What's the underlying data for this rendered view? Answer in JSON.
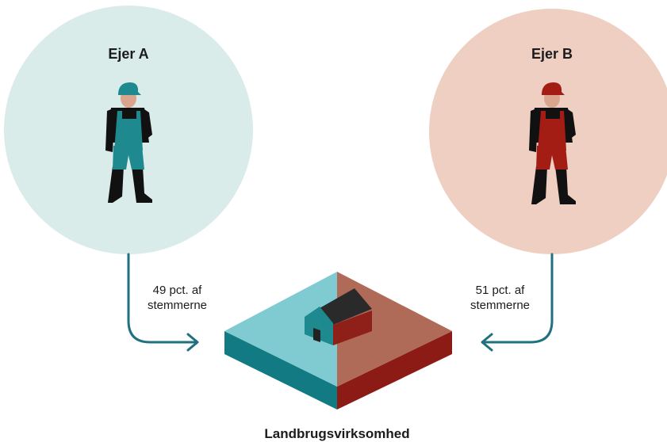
{
  "owners": [
    {
      "name": "Ejer A",
      "share_line1": "49 pct. af",
      "share_line2": "stemmerne",
      "share_pct": 49,
      "circle_color": "#d9ecea",
      "accent_color": "#1e8a8f"
    },
    {
      "name": "Ejer B",
      "share_line1": "51 pct. af",
      "share_line2": "stemmerne",
      "share_pct": 51,
      "circle_color": "#efcfc2",
      "accent_color": "#a31d14"
    }
  ],
  "business": {
    "label": "Landbrugsvirksomhed"
  },
  "colors": {
    "arrow": "#1f7180",
    "figure_dark": "#111111",
    "skin": "#d9a58c"
  }
}
